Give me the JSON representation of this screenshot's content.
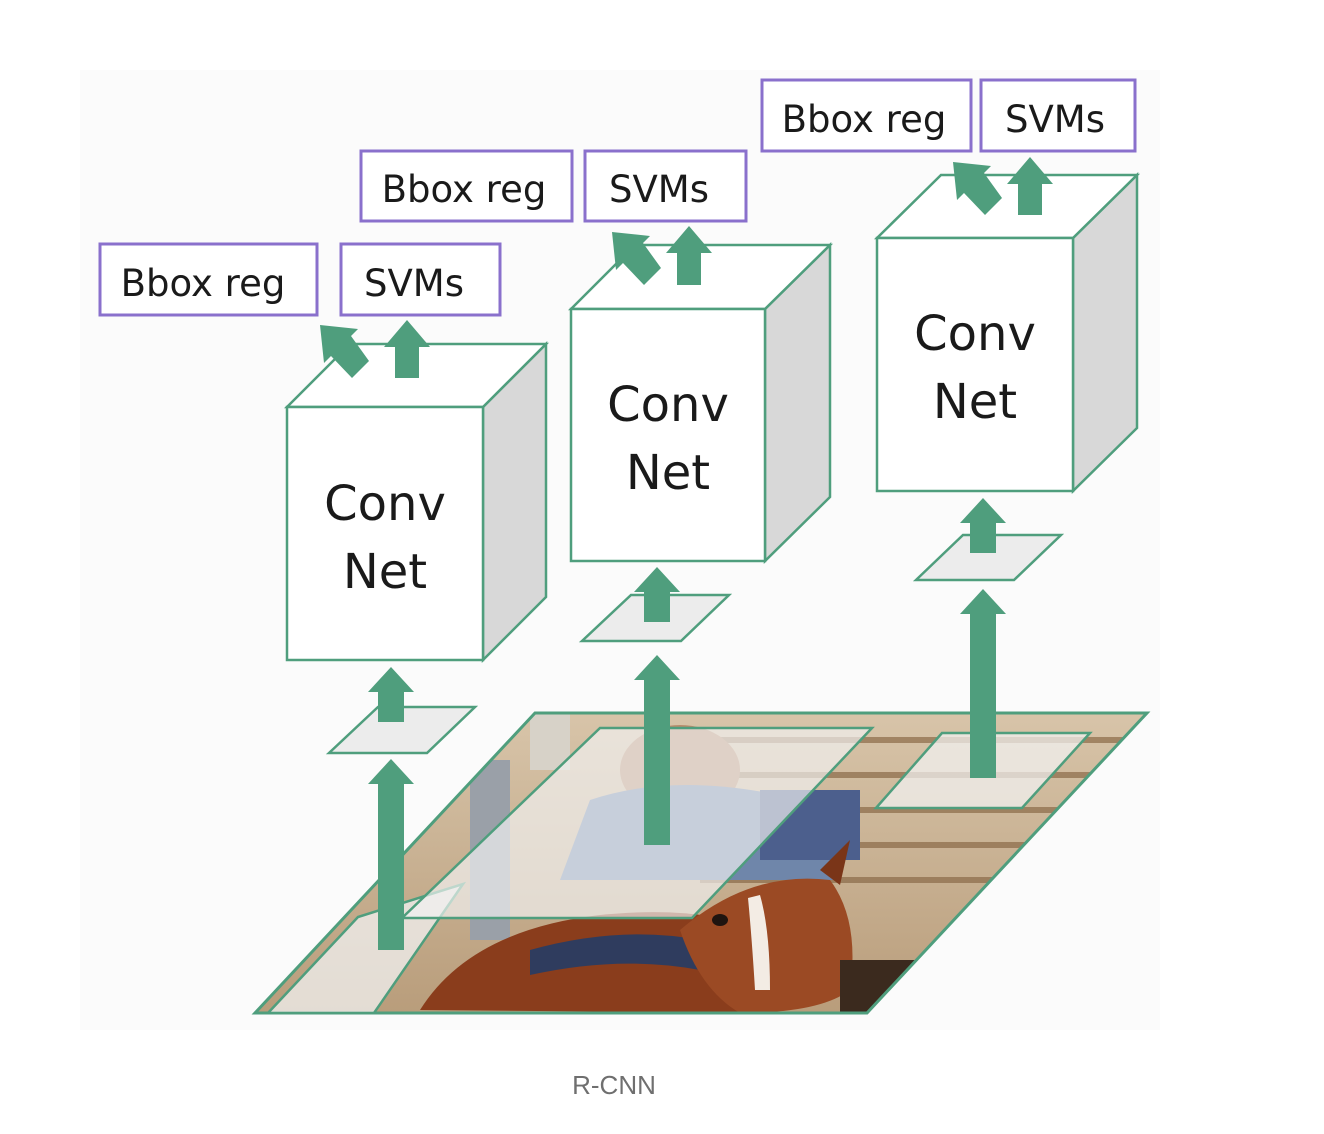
{
  "caption": "R-CNN",
  "colors": {
    "arrow": "#4f9e7d",
    "outline": "#4f9e7d",
    "output_box_border": "#8a70cc",
    "cube_side": "#d8d8d8"
  },
  "columns": [
    {
      "net_line1": "Conv",
      "net_line2": "Net",
      "bbox_label": "Bbox reg",
      "svm_label": "SVMs"
    },
    {
      "net_line1": "Conv",
      "net_line2": "Net",
      "bbox_label": "Bbox reg",
      "svm_label": "SVMs"
    },
    {
      "net_line1": "Conv",
      "net_line2": "Net",
      "bbox_label": "Bbox reg",
      "svm_label": "SVMs"
    }
  ],
  "image": {
    "subject": "rider on brown horse in arena"
  }
}
